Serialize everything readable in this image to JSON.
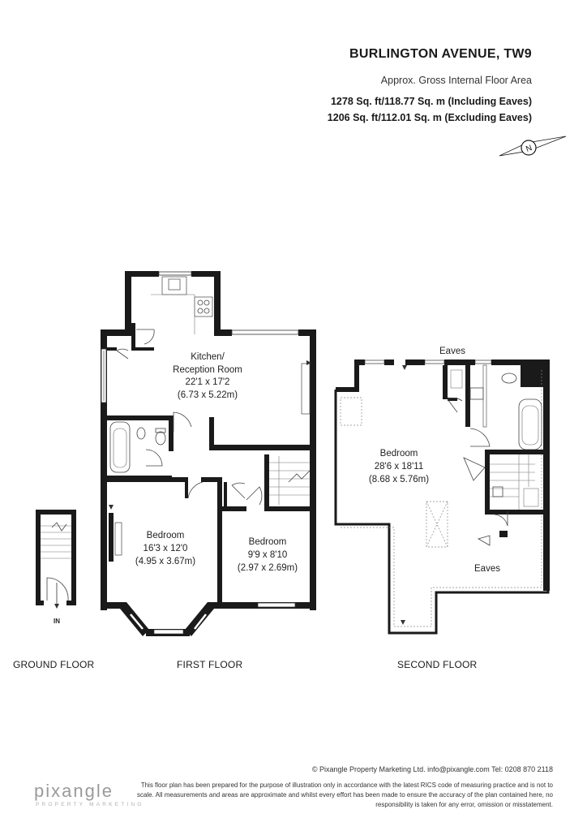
{
  "header": {
    "title": "BURLINGTON AVENUE, TW9",
    "subtitle": "Approx. Gross Internal Floor Area",
    "area_including_eaves": "1278 Sq. ft/118.77 Sq. m (Including Eaves)",
    "area_excluding_eaves": "1206 Sq. ft/112.01 Sq. m (Excluding Eaves)"
  },
  "compass": {
    "label": "N"
  },
  "floors": {
    "ground": {
      "label": "GROUND FLOOR",
      "entrance": "IN"
    },
    "first": {
      "label": "FIRST FLOOR",
      "kitchen": {
        "name_line1": "Kitchen/",
        "name_line2": "Reception Room",
        "imperial": "22'1 x 17'2",
        "metric": "(6.73 x 5.22m)"
      },
      "bedroom_large": {
        "name": "Bedroom",
        "imperial": "16'3 x 12'0",
        "metric": "(4.95 x 3.67m)"
      },
      "bedroom_small": {
        "name": "Bedroom",
        "imperial": "9'9 x 8'10",
        "metric": "(2.97 x 2.69m)"
      }
    },
    "second": {
      "label": "SECOND FLOOR",
      "bedroom": {
        "name": "Bedroom",
        "imperial": "28'6 x 18'11",
        "metric": "(8.68 x 5.76m)"
      },
      "eaves_top": "Eaves",
      "eaves_bottom": "Eaves"
    }
  },
  "footer": {
    "copyright": "© Pixangle Property Marketing Ltd. info@pixangle.com Tel: 0208 870 2118",
    "disclaimer": "This floor plan has been prepared for the purpose of illustration only in accordance with the latest RICS code of measuring practice and is not to scale. All measurements and areas are approximate and whilst every effort has been made to ensure the accuracy of the plan contained here, no responsibility is taken for any error, omission or misstatement.",
    "logo": "pixangle",
    "logo_sub": "PROPERTY MARKETING"
  }
}
